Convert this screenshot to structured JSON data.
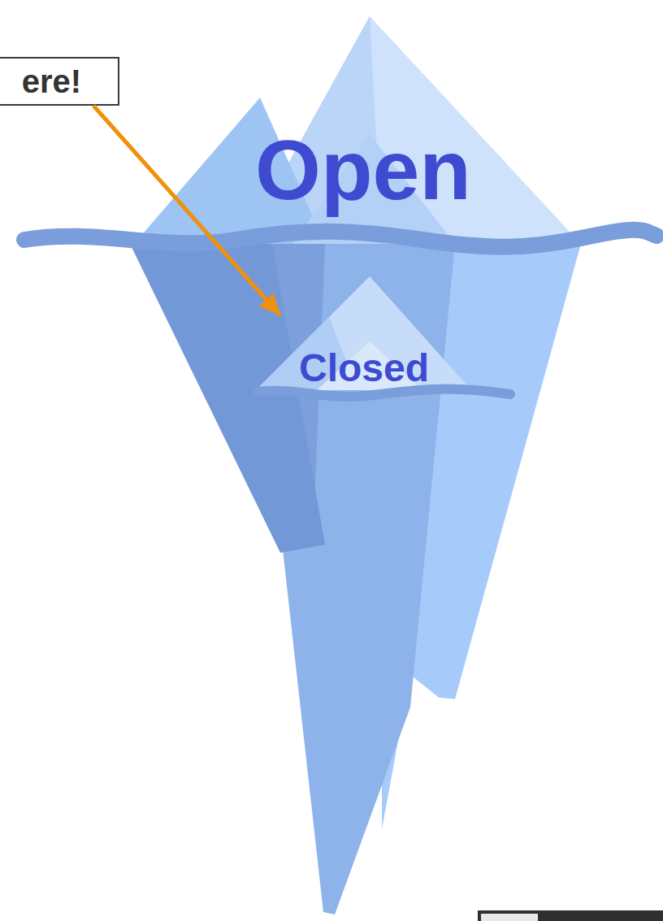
{
  "diagram": {
    "nodes": [
      {
        "text": [
          "ere!"
        ]
      },
      {
        "text": [
          "Open"
        ]
      },
      {
        "text": [
          "Closed"
        ],
        "in": 1
      }
    ],
    "edges": [
      {
        "from": 0,
        "to": 2,
        "arrow": "to"
      }
    ]
  }
}
